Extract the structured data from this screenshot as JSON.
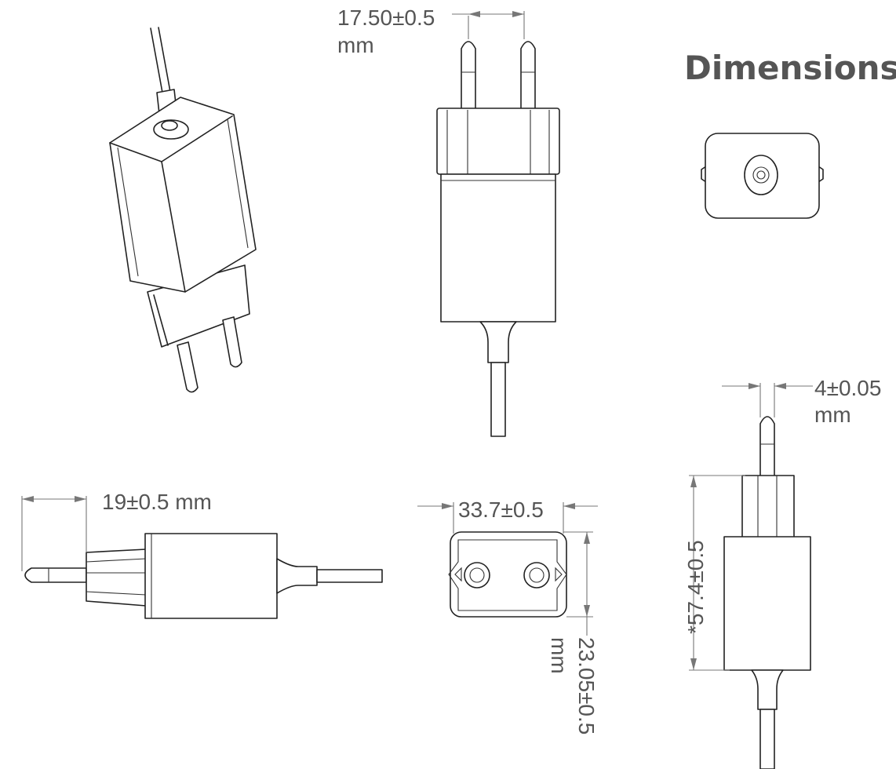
{
  "title": "Dimensions",
  "dimensions": {
    "pin_spacing": "17.50±0.5",
    "pin_spacing_unit": "mm",
    "pin_diameter": "4±0.05",
    "pin_diameter_unit": "mm",
    "pin_length": "19±0.5  mm",
    "width": "33.7±0.5",
    "depth": "23.05±0.5",
    "depth_unit": "mm",
    "height": "*57.4±0.5"
  },
  "colors": {
    "line": "#222222",
    "dimension_line": "#777777",
    "text": "#555555",
    "background": "#ffffff"
  }
}
